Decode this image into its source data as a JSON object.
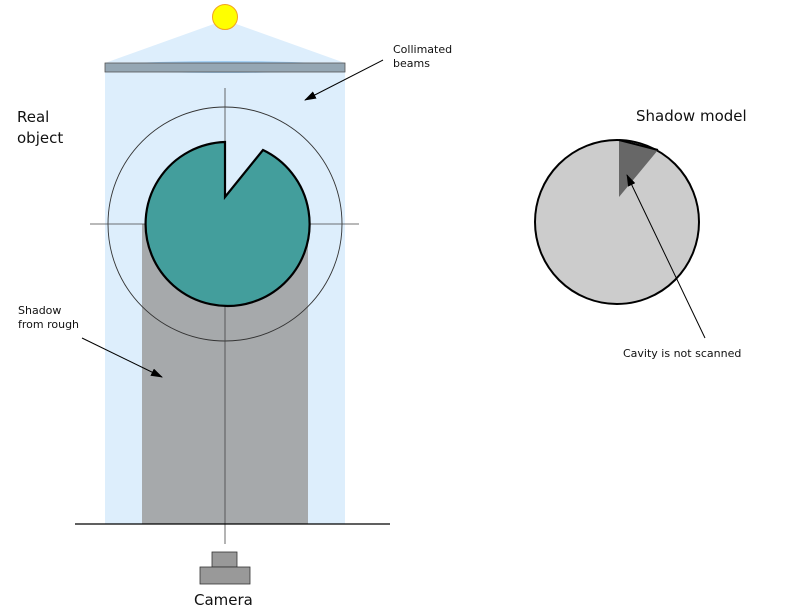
{
  "labels": {
    "collimated_beams": [
      "Collimated",
      "beams"
    ],
    "real_object": [
      "Real",
      "object"
    ],
    "shadow_from_rough": [
      "Shadow",
      "from rough"
    ],
    "camera": "Camera",
    "shadow_model": "Shadow model",
    "cavity": "Cavity is not scanned"
  },
  "colors": {
    "light_source": "#ffff00",
    "beam": "#ddeefc",
    "lens": "#95a7b4",
    "object": "#439e9c",
    "shadow": "#a6a9ab",
    "model_fill": "#cccccc",
    "model_cavity": "#676767",
    "camera": "#999999"
  }
}
